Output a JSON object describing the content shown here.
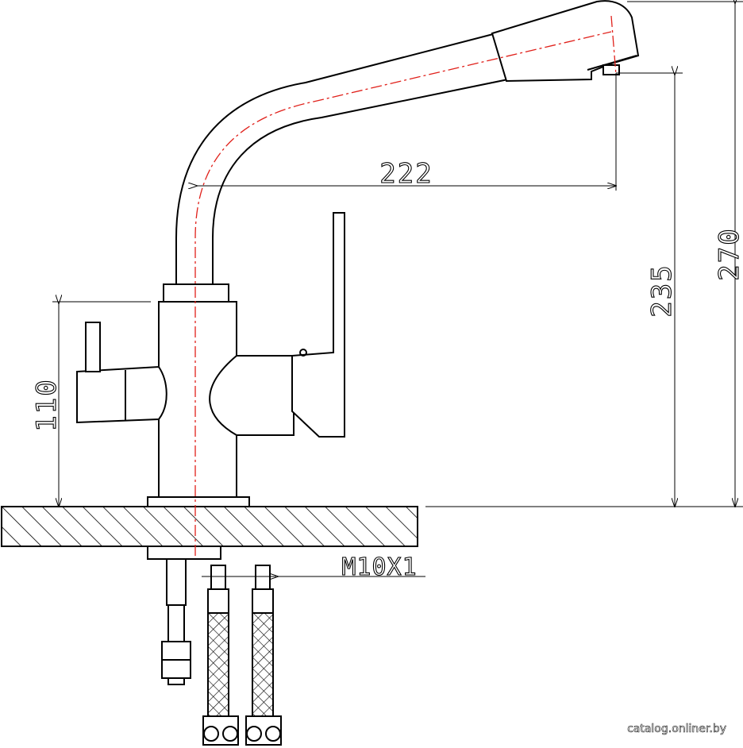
{
  "dimensions": {
    "spout_reach": "222",
    "outlet_height": "235",
    "total_height": "270",
    "lever_height": "110"
  },
  "thread_label": "M10X1",
  "watermark": "catalog.onliner.by",
  "colors": {
    "line": "#000000",
    "centerline": "#e0201a",
    "background": "#ffffff"
  }
}
